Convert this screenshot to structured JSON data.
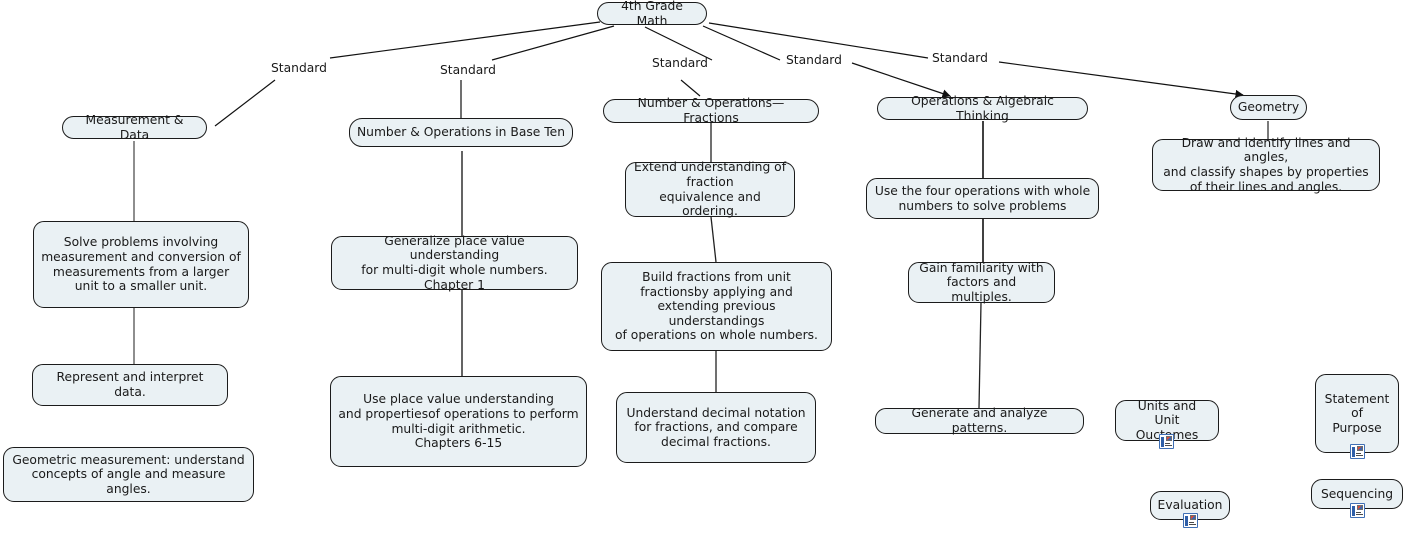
{
  "map": {
    "title": "4th Grade Math",
    "edge_label": "Standard",
    "root": {
      "label": "4th Grade Math"
    },
    "standards": [
      {
        "label": "Measurement & Data"
      },
      {
        "label": "Number & Operations in Base Ten"
      },
      {
        "label": "Number & Operations—Fractions"
      },
      {
        "label": "Operations & Algebraic Thinking"
      },
      {
        "label": "Geometry"
      }
    ],
    "edge_labels": [
      "Standard",
      "Standard",
      "Standard",
      "Standard",
      "Standard"
    ],
    "measurement_data": [
      {
        "label": "Solve problems involving\nmeasurement and conversion of\nmeasurements from a larger\nunit to a smaller unit."
      },
      {
        "label": "Represent and interpret data."
      },
      {
        "label": "Geometric measurement: understand\nconcepts of angle and measure angles."
      }
    ],
    "base_ten": [
      {
        "label": "Generalize place value understanding\nfor multi-digit whole numbers.\nChapter 1"
      },
      {
        "label": "Use place value understanding\nand propertiesof operations to perform\nmulti-digit arithmetic.\nChapters 6-15"
      }
    ],
    "fractions": [
      {
        "label": "Extend understanding of\nfraction\nequivalence and ordering."
      },
      {
        "label": "Build fractions from unit\nfractionsby applying and\nextending previous understandings\nof operations on whole numbers."
      },
      {
        "label": "Understand decimal notation\nfor fractions, and compare\ndecimal fractions."
      }
    ],
    "algebraic": [
      {
        "label": "Use the four operations with whole\nnumbers to solve problems"
      },
      {
        "label": "Gain familiarity with\nfactors and multiples."
      },
      {
        "label": "Generate and analyze patterns."
      }
    ],
    "geometry": [
      {
        "label": "Draw and identify lines and angles,\nand classify shapes by properties\nof their lines and angles."
      }
    ],
    "resources": [
      {
        "label": "Units and\nUnit Ouctomes",
        "icon": "resource-document-icon"
      },
      {
        "label": "Evaluation",
        "icon": "resource-document-icon"
      },
      {
        "label": "Statement\nof\nPurpose",
        "icon": "resource-document-icon"
      },
      {
        "label": "Sequencing",
        "icon": "resource-document-icon"
      }
    ],
    "colors": {
      "node_fill": "#eaf1f4",
      "node_border": "#1b1b1b",
      "edge_line": "#111111",
      "text": "#1a1a1a",
      "icon_border": "#3f6fb5"
    }
  }
}
